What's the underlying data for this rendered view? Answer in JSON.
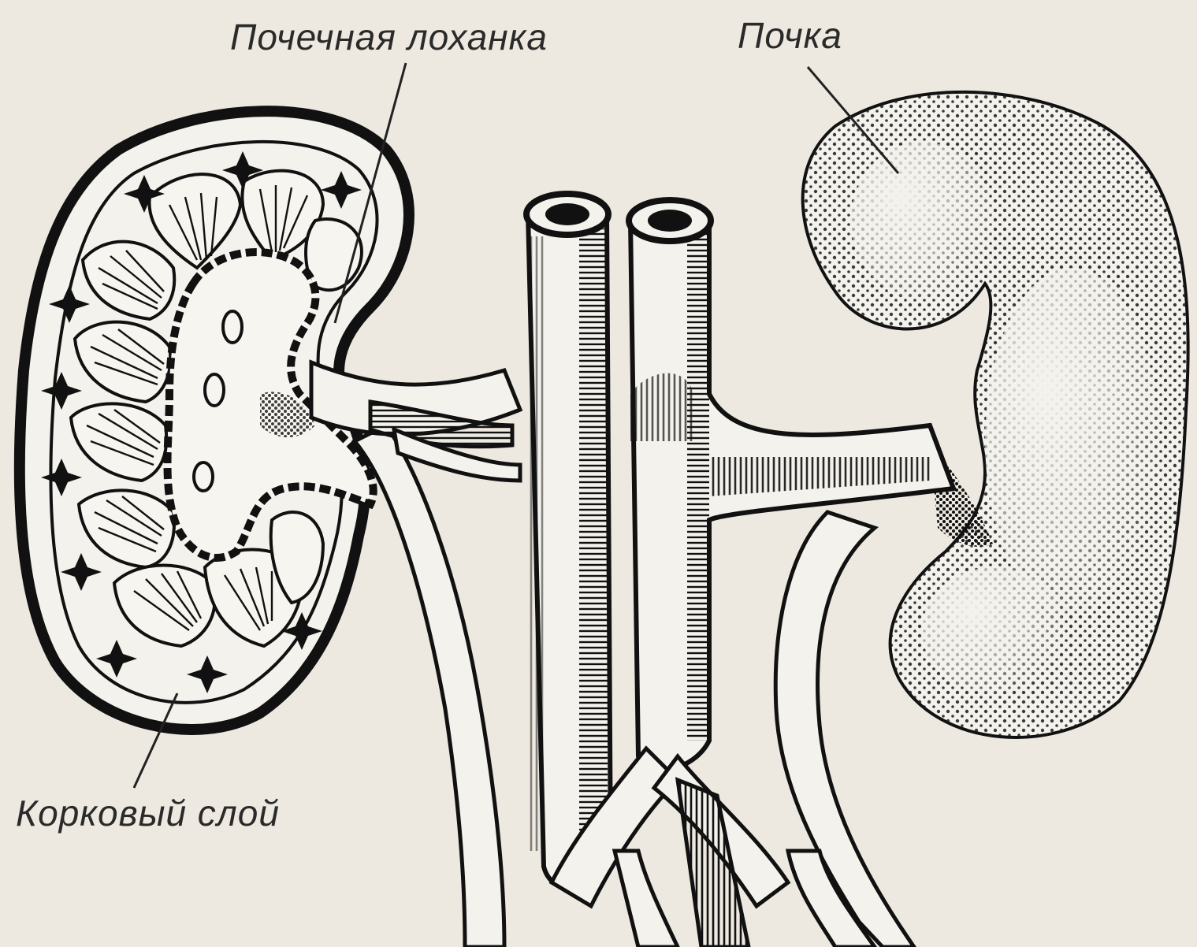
{
  "labels": {
    "renal_pelvis": "Почечная лоханка",
    "kidney": "Почка",
    "cortex": "Корковый слой"
  },
  "colors": {
    "background": "#ede9e0",
    "ink": "#111111",
    "tissue": "#f4f2ec"
  }
}
